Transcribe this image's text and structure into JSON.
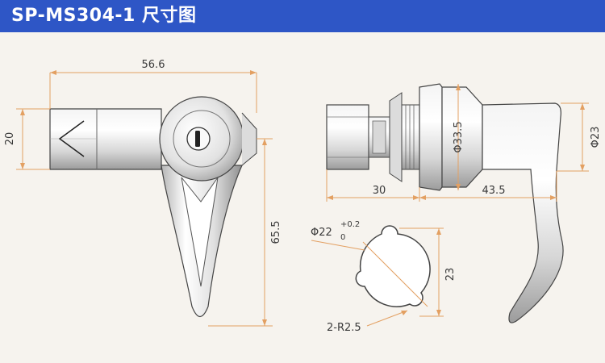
{
  "header": {
    "title": "SP-MS304-1 尺寸图",
    "background_color": "#2e56c6",
    "text_color": "#ffffff"
  },
  "colors": {
    "background": "#f6f3ee",
    "dimension_line": "#e3a062",
    "outline": "#333333"
  },
  "dimensions": {
    "width_total": "56.6",
    "height_head": "20",
    "lever_length": "65.5",
    "depth_front": "30",
    "depth_lever": "43.5",
    "bezel_diameter": "Φ33.5",
    "handle_diameter": "Φ23",
    "cutout_diameter": "Φ22",
    "cutout_tol_upper": "+0.2",
    "cutout_tol_lower": "0",
    "cutout_height": "23",
    "ear_radius": "2-R2.5"
  }
}
